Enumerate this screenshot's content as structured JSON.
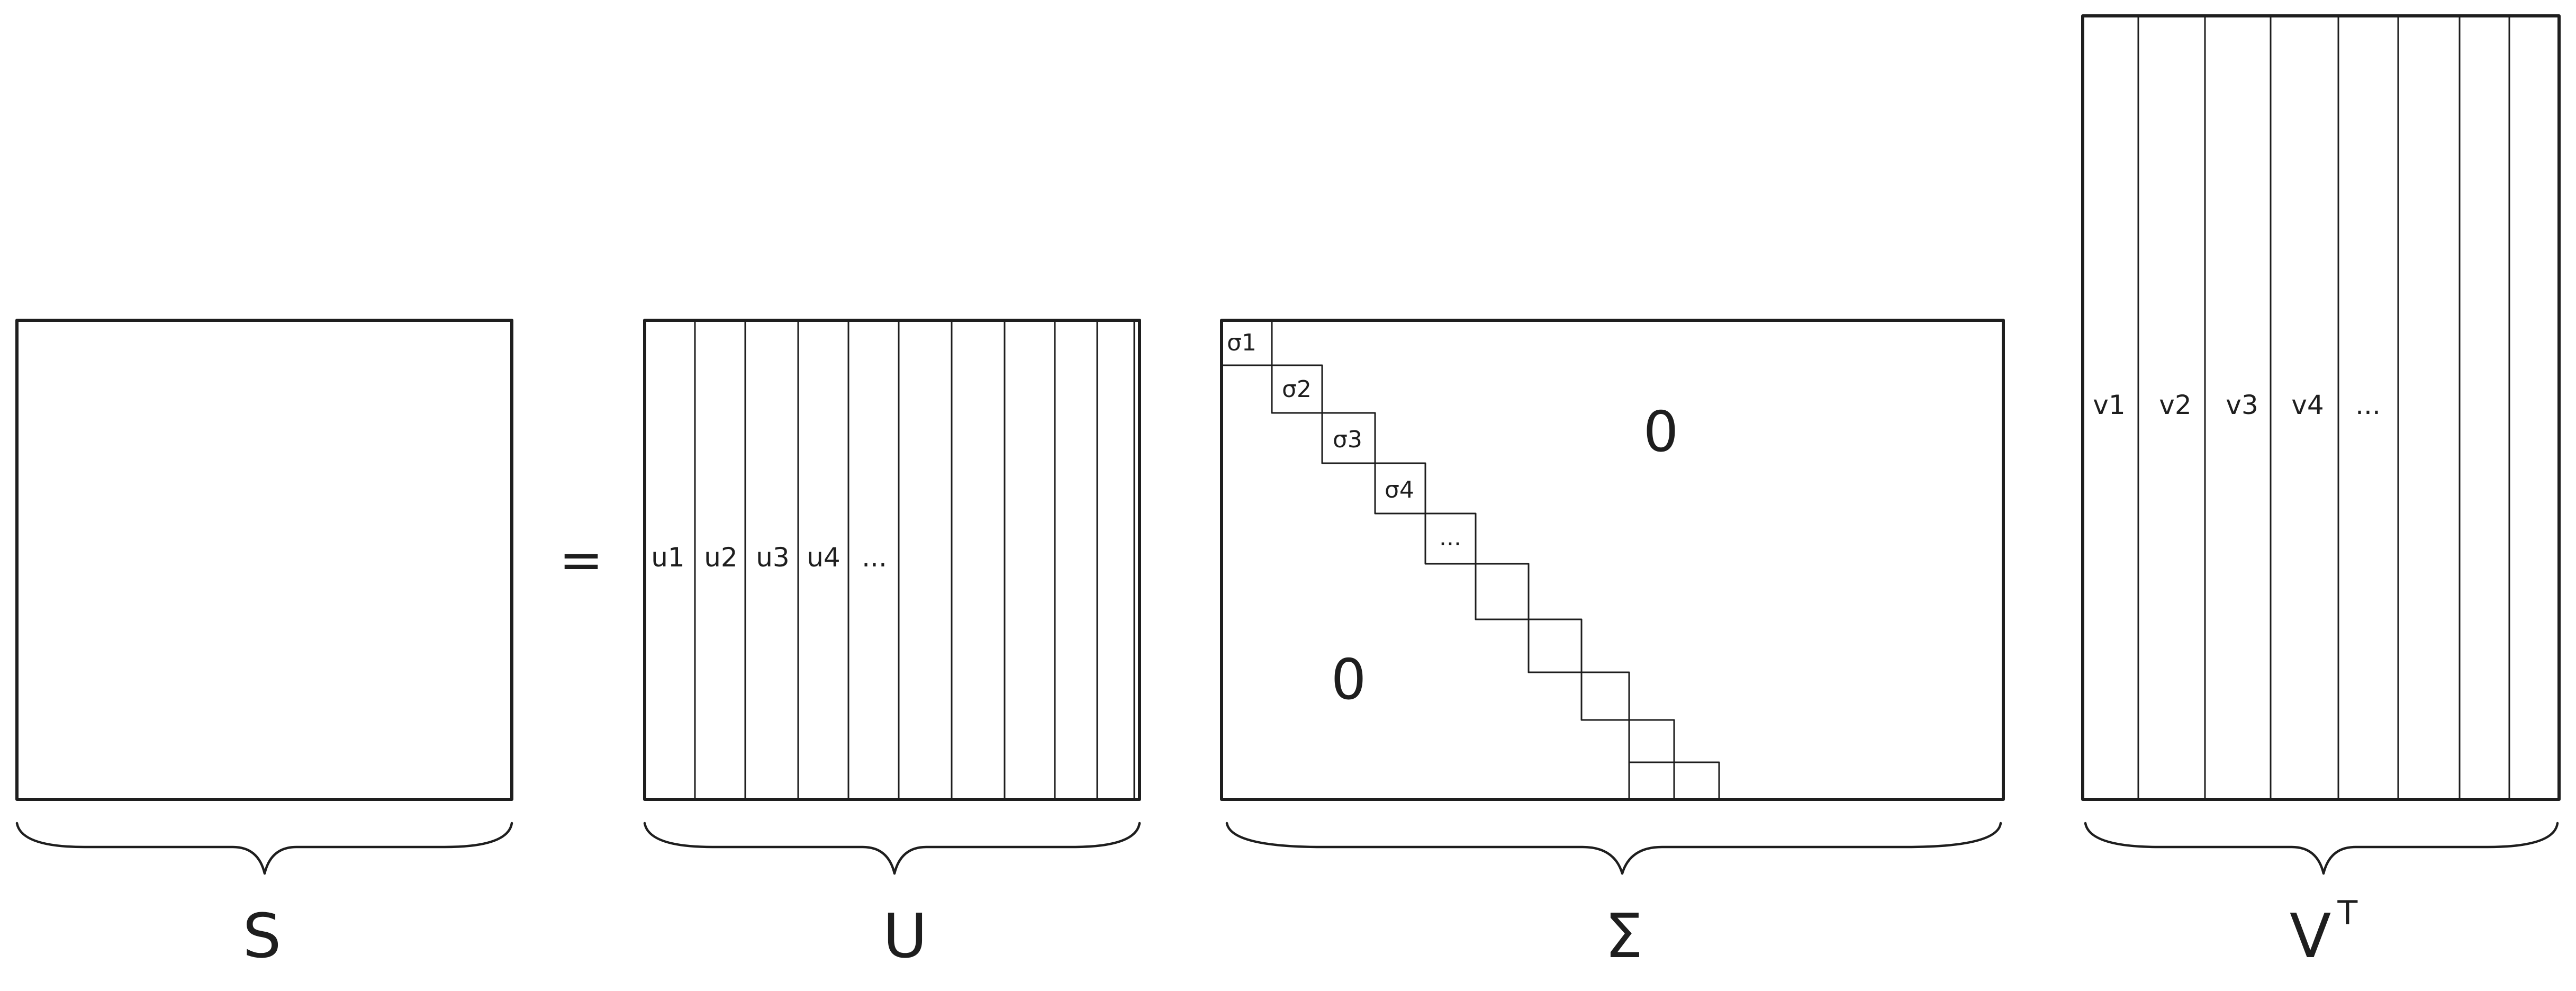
{
  "equals_sign": "=",
  "labels": {
    "s": "S",
    "u": "U",
    "sigma": "Σ",
    "v": "V",
    "v_superscript": "T"
  },
  "u_columns": [
    "u1",
    "u2",
    "u3",
    "u4",
    "..."
  ],
  "sigma_diagonal": [
    "σ1",
    "σ2",
    "σ3",
    "σ4",
    "..."
  ],
  "sigma_zeros": {
    "upper": "0",
    "lower": "0"
  },
  "v_columns": [
    "v1",
    "v2",
    "v3",
    "v4",
    "..."
  ]
}
